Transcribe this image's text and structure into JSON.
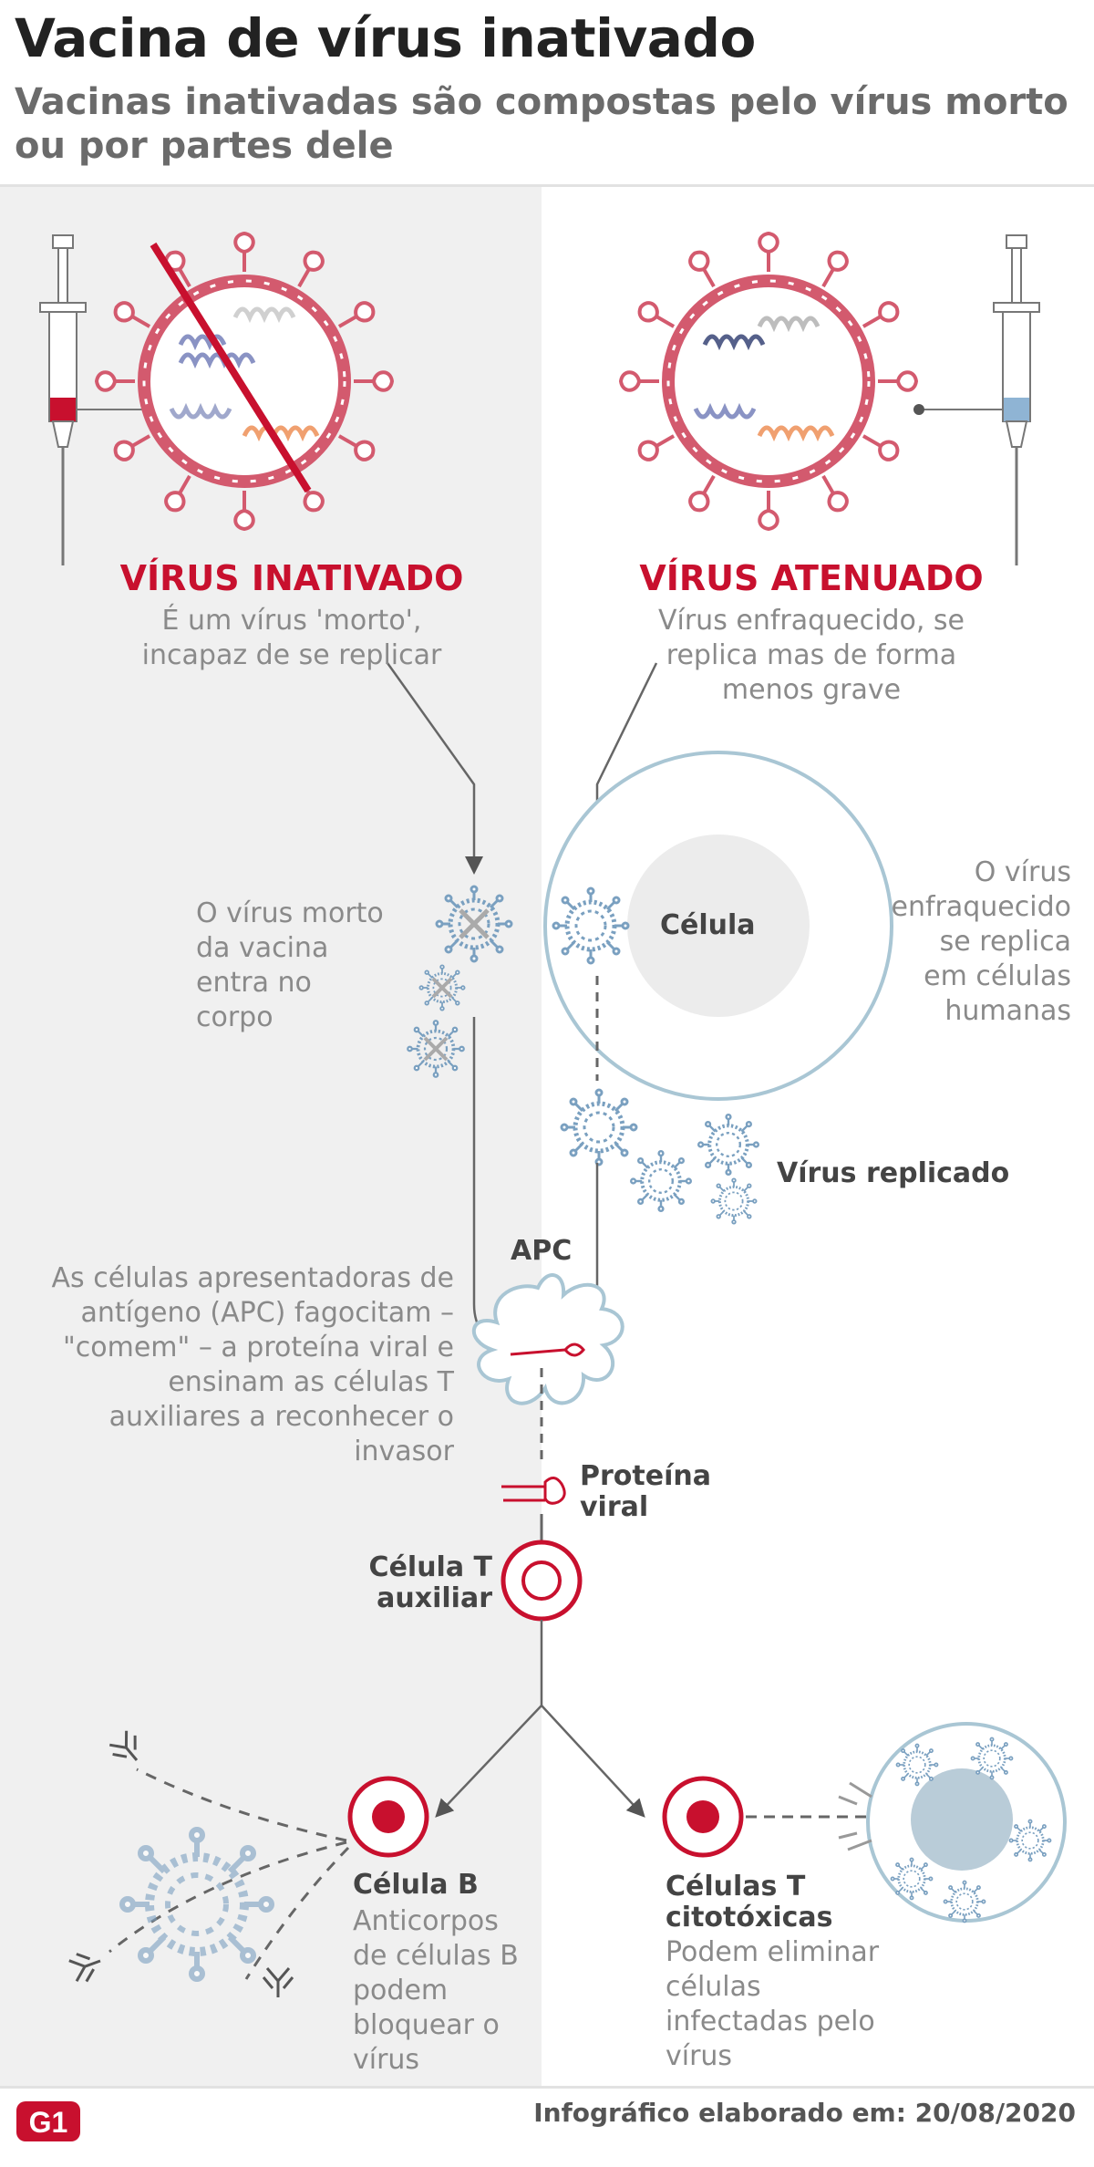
{
  "title": "Vacina de vírus inativado",
  "subtitle": "Vacinas inativadas são compostas pelo vírus morto ou por partes dele",
  "left": {
    "heading": "VÍRUS INATIVADO",
    "desc": "É um vírus 'morto', incapaz de se replicar",
    "enter_text": "O vírus morto da vacina entra no corpo"
  },
  "right": {
    "heading": "VÍRUS ATENUADO",
    "desc": "Vírus enfraquecido, se replica mas de forma menos grave",
    "cell_label": "Célula",
    "replicates_text": "O vírus enfraquecido se replica em células humanas",
    "replicated_label": "Vírus replicado"
  },
  "apc": {
    "label": "APC",
    "desc": "As células apresentadoras de antígeno (APC) fagocitam – \"comem\" – a proteína viral e ensinam as células T auxiliares a reconhecer o invasor"
  },
  "protein_label": "Proteína viral",
  "t_helper_label": "Célula T auxiliar",
  "b_cell": {
    "label": "Célula B",
    "desc": "Anticorpos de células B podem bloquear o vírus"
  },
  "t_cyto": {
    "label": "Células T citotóxicas",
    "desc": "Podem eliminar células infectadas pelo vírus"
  },
  "footer": {
    "logo": "G1",
    "credit": "Infográfico elaborado em: 20/08/2020"
  },
  "colors": {
    "red": "#c8102e",
    "virus_pink": "#d35a6e",
    "blue_virus": "#6a93b8",
    "cell_outline": "#a9c6d4",
    "gray_panel": "#f0f0f0"
  }
}
